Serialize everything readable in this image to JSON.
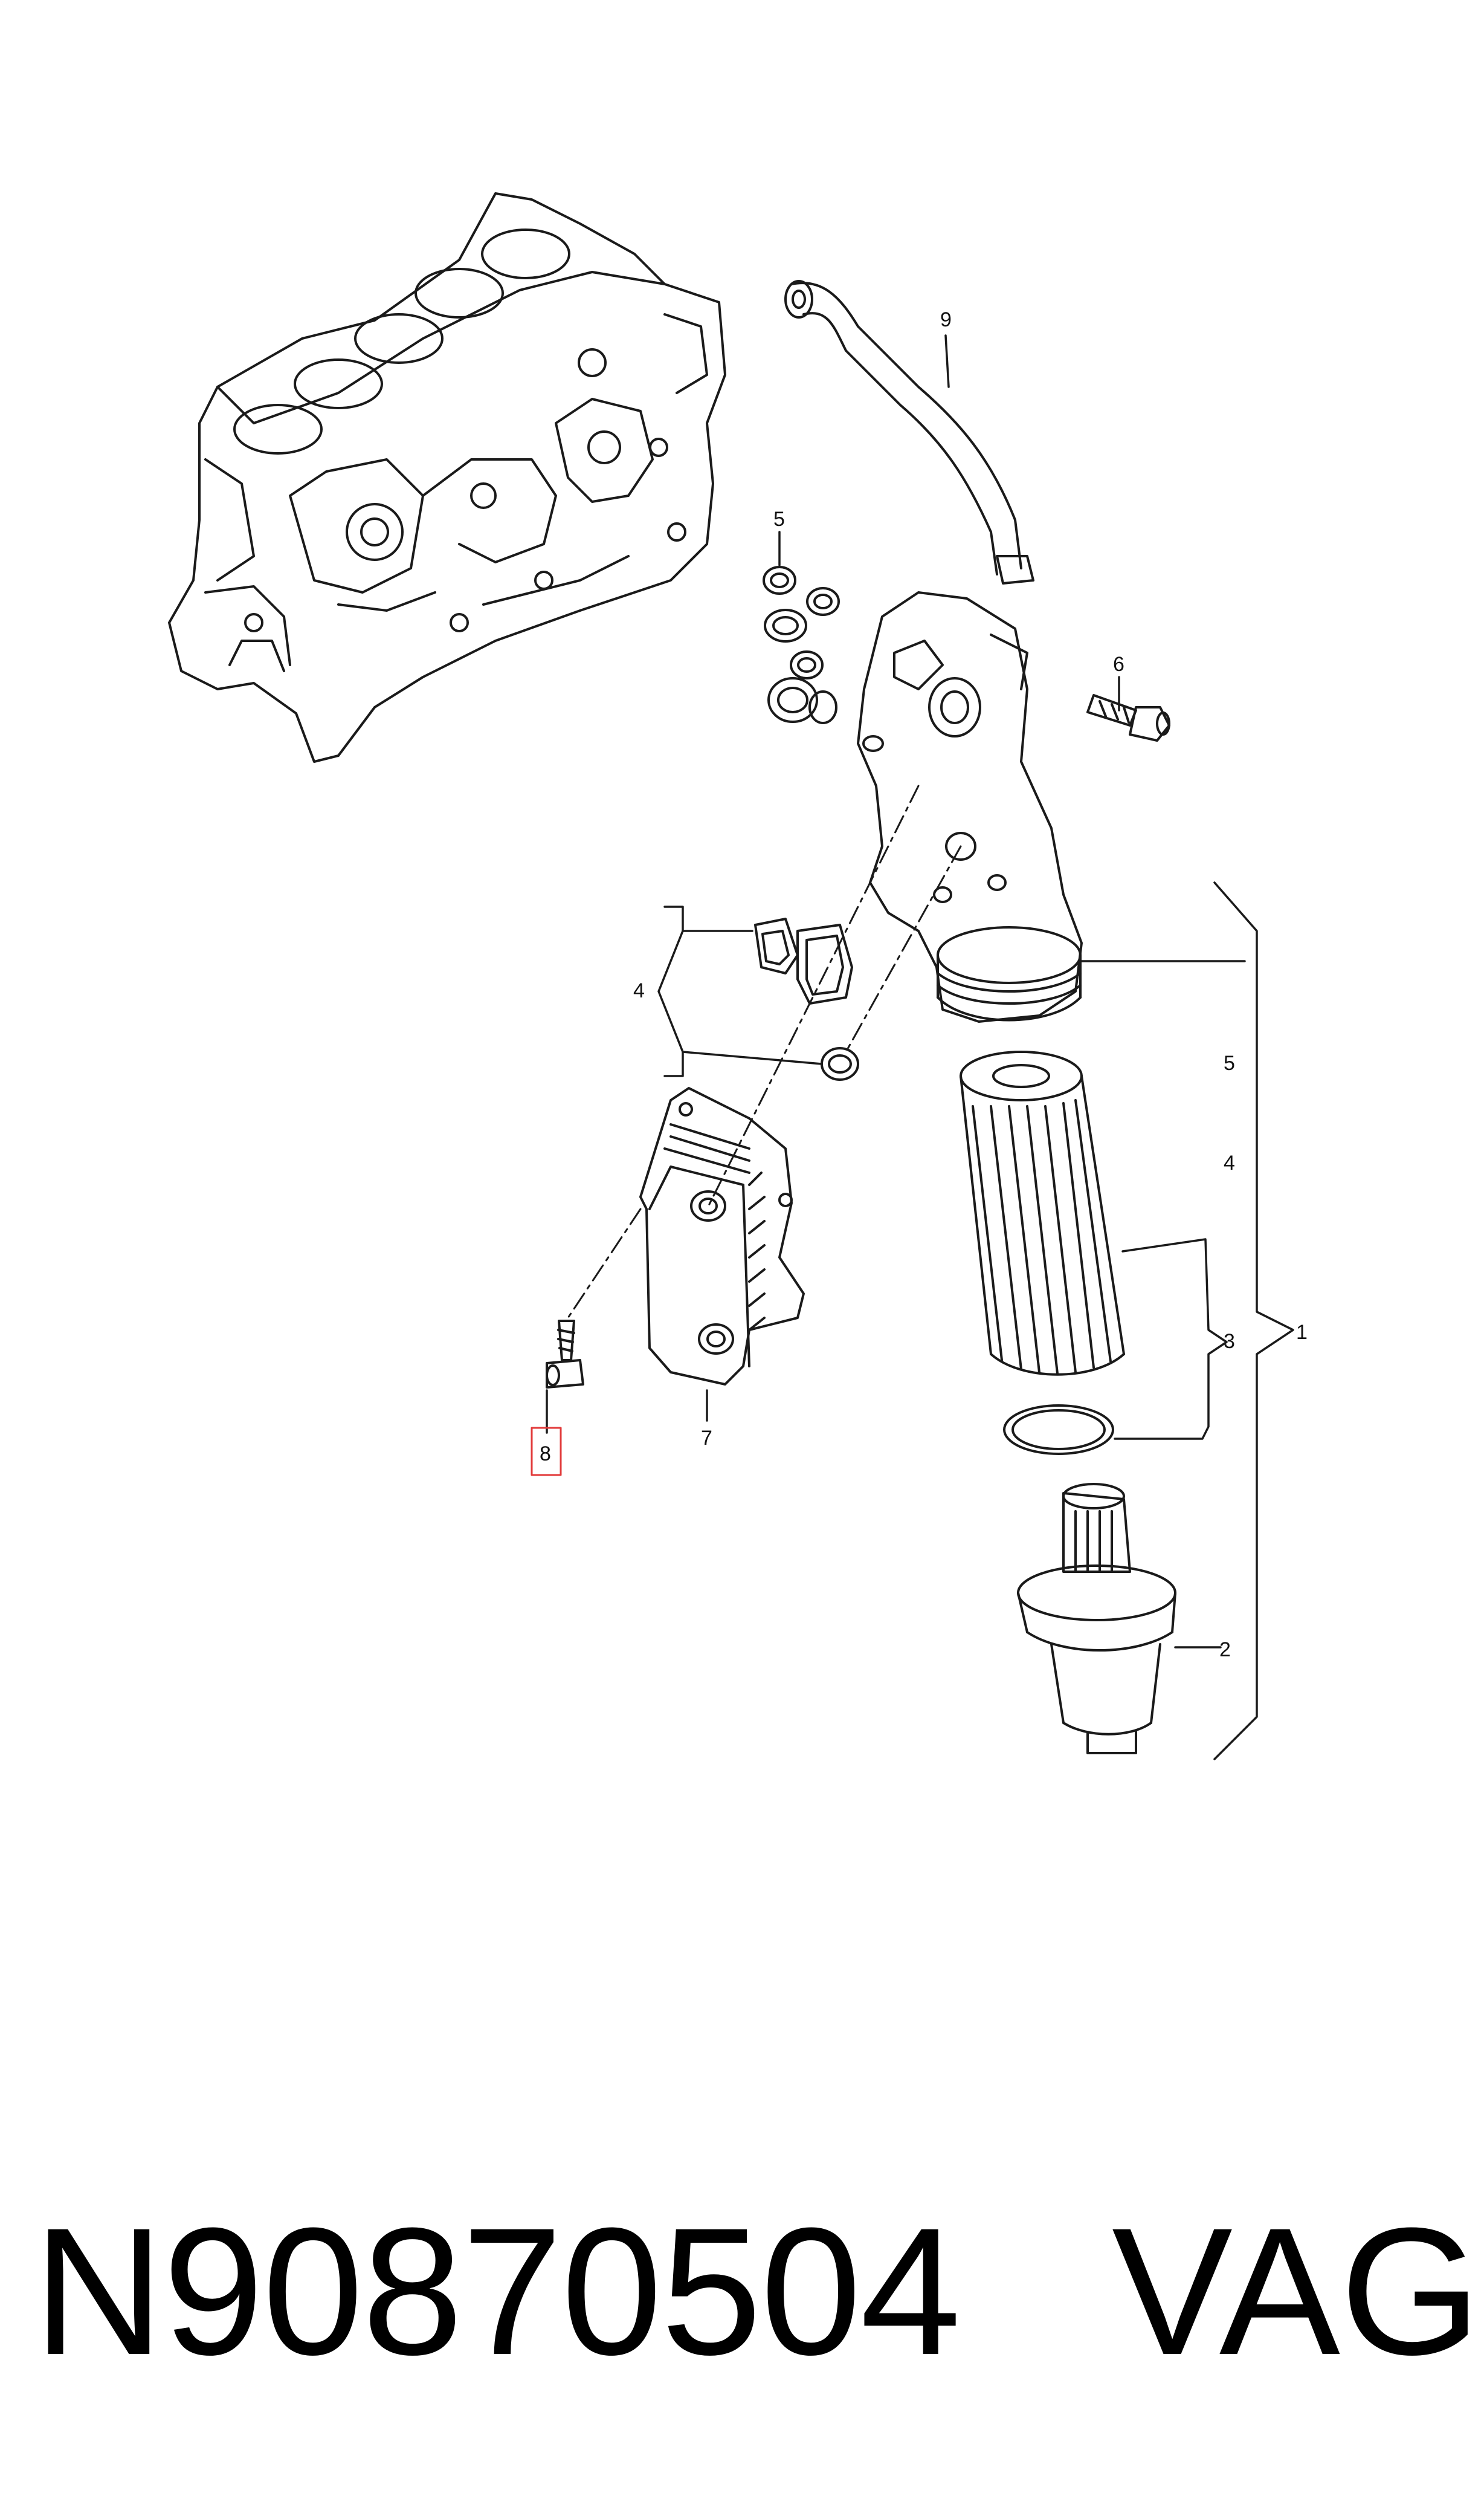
{
  "callouts": {
    "c9": "9",
    "c5_top": "5",
    "c6": "6",
    "c4_left": "4",
    "c5_right": "5",
    "c4_right": "4",
    "c3": "3",
    "c1": "1",
    "c7": "7",
    "c8": "8",
    "c2": "2"
  },
  "footer": {
    "part_number": "N90870504",
    "brand": "VAG"
  },
  "colors": {
    "line": "#1a1a1a",
    "highlight": "#e23a3a"
  }
}
